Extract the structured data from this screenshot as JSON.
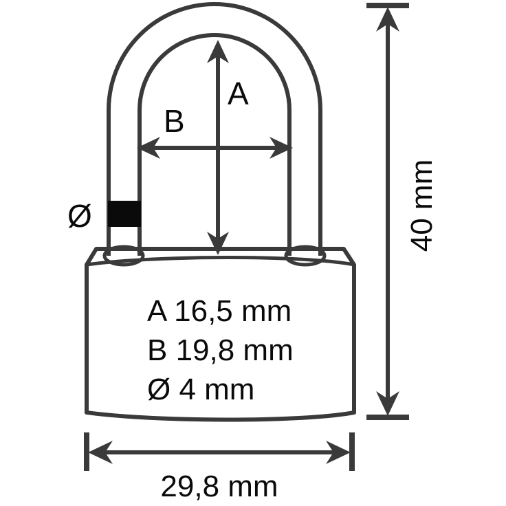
{
  "diagram": {
    "type": "technical-drawing",
    "subject": "padlock-dimensions",
    "labels": {
      "height_letter": "A",
      "width_letter": "B",
      "diameter_symbol": "Ø"
    },
    "specs": [
      {
        "key": "A",
        "text": "A 16,5 mm",
        "value": 16.5,
        "unit": "mm"
      },
      {
        "key": "B",
        "text": "B 19,8 mm",
        "value": 19.8,
        "unit": "mm"
      },
      {
        "key": "D",
        "text": "Ø 4 mm",
        "value": 4,
        "unit": "mm"
      }
    ],
    "dimensions": {
      "overall_height": "40 mm",
      "overall_width": "29,8 mm"
    },
    "colors": {
      "outline": "#3a3a3a",
      "text": "#0a0a0a",
      "marker": "#0a0a0a",
      "background": "#ffffff"
    }
  }
}
